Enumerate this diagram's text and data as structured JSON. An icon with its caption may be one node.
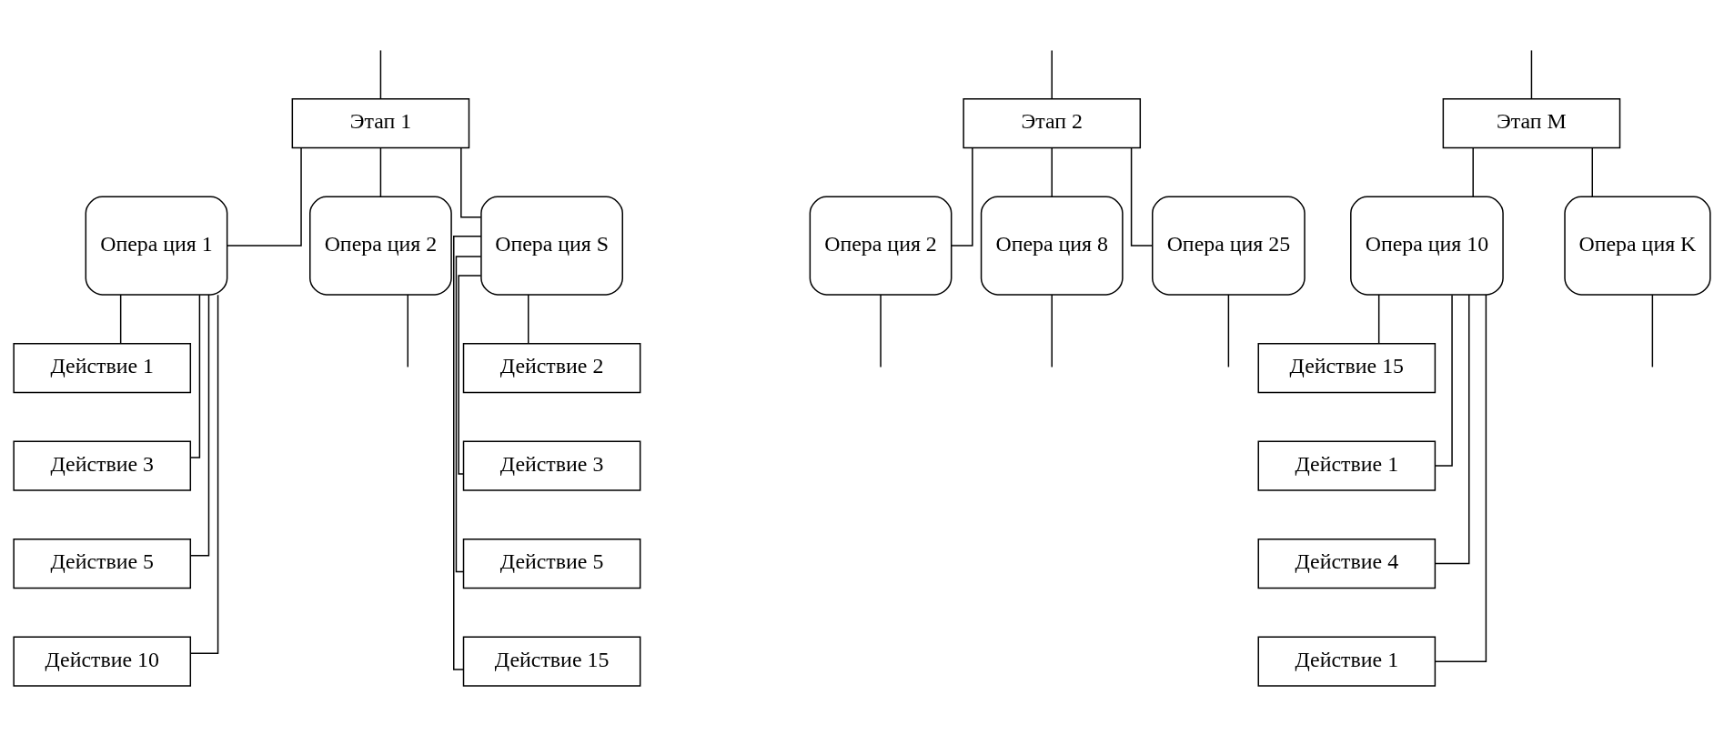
{
  "diagram": {
    "nodes": [
      {
        "text": [
          "Этап 1"
        ]
      },
      {
        "text": [
          "Этап 2"
        ]
      },
      {
        "text": [
          "Этап М"
        ]
      },
      {
        "text": [
          "Опера ция 1"
        ]
      },
      {
        "text": [
          "Опера ция 2"
        ]
      },
      {
        "text": [
          "Опера ция S"
        ]
      },
      {
        "text": [
          "Опера ция 2"
        ]
      },
      {
        "text": [
          "Опера ция 8"
        ]
      },
      {
        "text": [
          "Опера ция 25"
        ]
      },
      {
        "text": [
          "Опера ция 10"
        ]
      },
      {
        "text": [
          "Опера ция K"
        ]
      },
      {
        "text": [
          "Действие 1"
        ]
      },
      {
        "text": [
          "Действие 3"
        ]
      },
      {
        "text": [
          "Действие 5"
        ]
      },
      {
        "text": [
          "Действие 10"
        ]
      },
      {
        "text": [
          "Действие 2"
        ]
      },
      {
        "text": [
          "Действие 3"
        ]
      },
      {
        "text": [
          "Действие 5"
        ]
      },
      {
        "text": [
          "Действие 15"
        ]
      },
      {
        "text": [
          "Действие 15"
        ]
      },
      {
        "text": [
          "Действие 1"
        ]
      },
      {
        "text": [
          "Действие 4"
        ]
      },
      {
        "text": [
          "Действие 1"
        ]
      }
    ],
    "edges": [
      {
        "from": null,
        "to": 0,
        "arrow": "none"
      },
      {
        "from": null,
        "to": 1,
        "arrow": "none"
      },
      {
        "from": null,
        "to": 2,
        "arrow": "none"
      },
      {
        "from": 0,
        "to": 3,
        "arrow": "none"
      },
      {
        "from": 0,
        "to": 4,
        "arrow": "none"
      },
      {
        "from": 0,
        "to": 5,
        "arrow": "none"
      },
      {
        "from": 1,
        "to": 6,
        "arrow": "none"
      },
      {
        "from": 1,
        "to": 7,
        "arrow": "none"
      },
      {
        "from": 1,
        "to": 8,
        "arrow": "none"
      },
      {
        "from": 2,
        "to": 9,
        "arrow": "none"
      },
      {
        "from": 2,
        "to": 10,
        "arrow": "none"
      },
      {
        "from": 3,
        "to": 11,
        "arrow": "none"
      },
      {
        "from": 3,
        "to": 12,
        "arrow": "none"
      },
      {
        "from": 3,
        "to": 13,
        "arrow": "none"
      },
      {
        "from": 3,
        "to": 14,
        "arrow": "none"
      },
      {
        "from": 4,
        "to": null,
        "arrow": "none"
      },
      {
        "from": 5,
        "to": 15,
        "arrow": "none"
      },
      {
        "from": 5,
        "to": 16,
        "arrow": "none"
      },
      {
        "from": 5,
        "to": 17,
        "arrow": "none"
      },
      {
        "from": 5,
        "to": 18,
        "arrow": "none"
      },
      {
        "from": 6,
        "to": null,
        "arrow": "none"
      },
      {
        "from": 7,
        "to": null,
        "arrow": "none"
      },
      {
        "from": 8,
        "to": null,
        "arrow": "none"
      },
      {
        "from": 9,
        "to": 19,
        "arrow": "none"
      },
      {
        "from": 9,
        "to": 20,
        "arrow": "none"
      },
      {
        "from": 9,
        "to": 21,
        "arrow": "none"
      },
      {
        "from": 9,
        "to": 22,
        "arrow": "none"
      },
      {
        "from": 10,
        "to": null,
        "arrow": "none"
      }
    ]
  }
}
